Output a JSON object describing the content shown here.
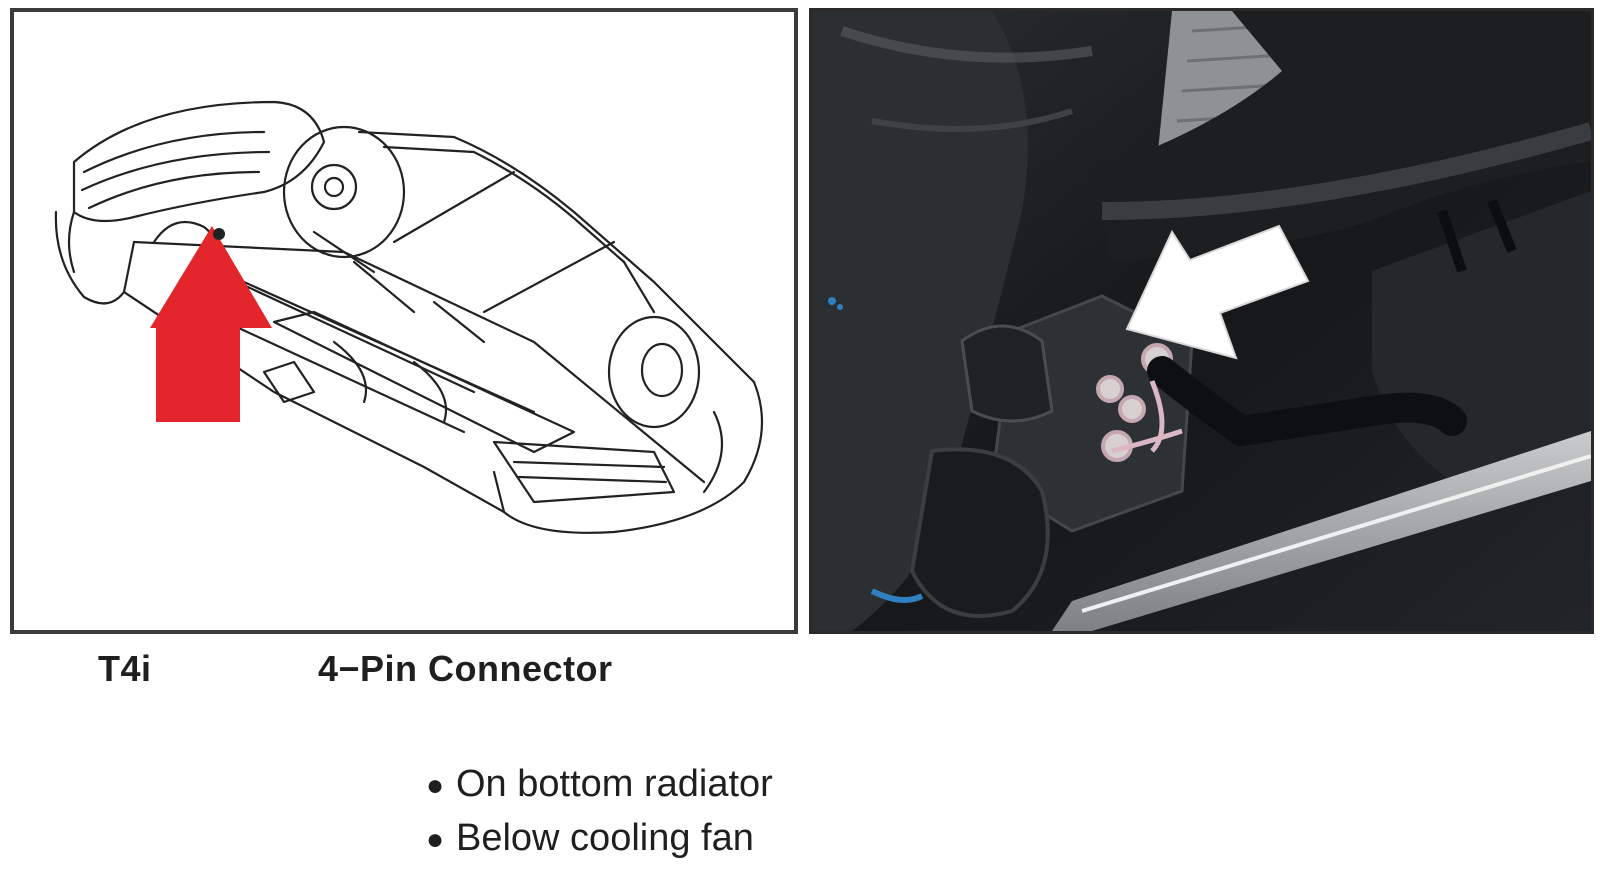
{
  "diagram": {
    "connector_id": "T4i",
    "connector_name": "4−Pin Connector",
    "location_notes": [
      "On bottom radiator",
      "Below cooling fan"
    ],
    "colors": {
      "locator_arrow": "#e2262b",
      "photo_arrow": "#ffffff",
      "frame": "#3a3a3a"
    },
    "icons": [
      "locator-arrow-icon",
      "pointer-arrow-icon",
      "bullet-icon"
    ]
  }
}
